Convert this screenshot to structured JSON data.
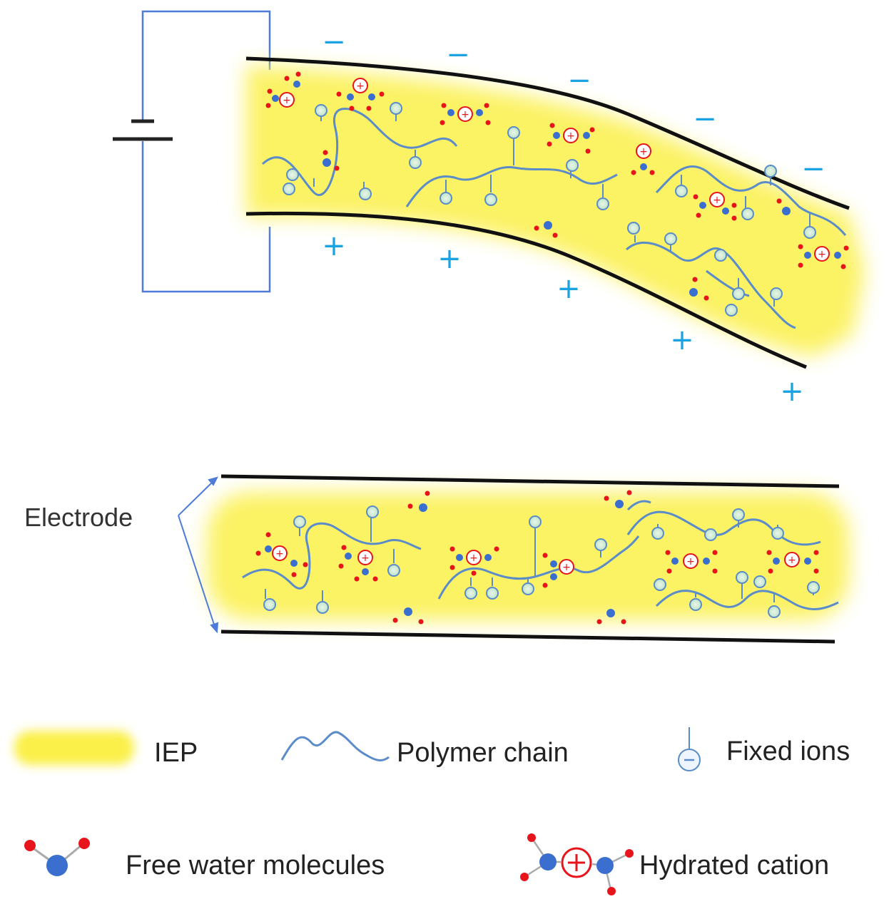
{
  "labels": {
    "electrode": "Electrode"
  },
  "charges": {
    "negative": "−",
    "positive": "+"
  },
  "legend": {
    "iep": "IEP",
    "polymer_chain": "Polymer chain",
    "fixed_ions": "Fixed ions",
    "free_water": "Free water molecules",
    "hydrated_cation": "Hydrated cation"
  },
  "colors": {
    "iep_yellow": "#fbf04a",
    "polymer_blue": "#5b8cc9",
    "charge_blue": "#1aa3e0",
    "water_oxygen_blue": "#3a6fd0",
    "water_hydrogen_red": "#e8141b",
    "cation_red": "#e8141b",
    "circuit_blue": "#4f7bd8",
    "electrode_black": "#111111"
  }
}
